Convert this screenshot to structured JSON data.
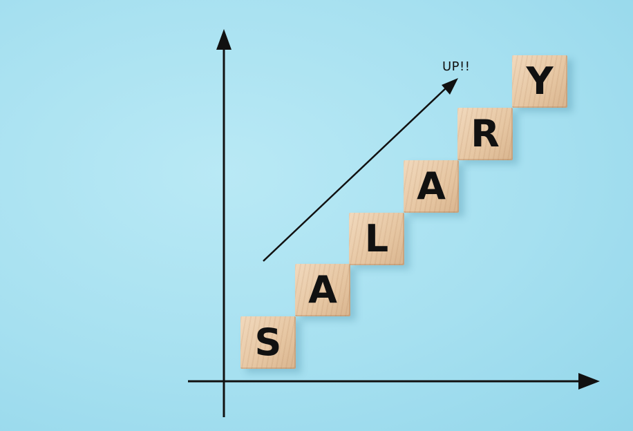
{
  "annotation": {
    "text": "UP!!"
  },
  "blocks": [
    {
      "letter": "S"
    },
    {
      "letter": "A"
    },
    {
      "letter": "L"
    },
    {
      "letter": "A"
    },
    {
      "letter": "R"
    },
    {
      "letter": "Y"
    }
  ],
  "colors": {
    "background": "#a6e0f0",
    "wood": "#e6c6a2",
    "ink": "#111111"
  }
}
